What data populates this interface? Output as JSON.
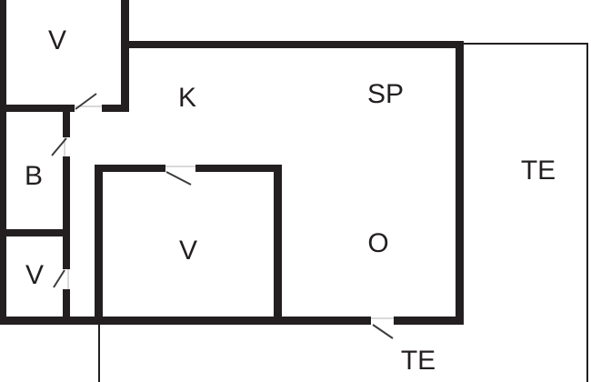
{
  "colors": {
    "ink": "#231f20",
    "background": "#ffffff",
    "door_threshold": "#d9d9d9",
    "door_swing": "#3c3c3c"
  },
  "rooms": [
    {
      "id": "v-top-left",
      "label": "V"
    },
    {
      "id": "k",
      "label": "K"
    },
    {
      "id": "sp",
      "label": "SP"
    },
    {
      "id": "te-right",
      "label": "TE"
    },
    {
      "id": "b",
      "label": "B"
    },
    {
      "id": "v-small",
      "label": "V"
    },
    {
      "id": "v-inner",
      "label": "V"
    },
    {
      "id": "o",
      "label": "O"
    },
    {
      "id": "te-bottom",
      "label": "TE"
    }
  ]
}
